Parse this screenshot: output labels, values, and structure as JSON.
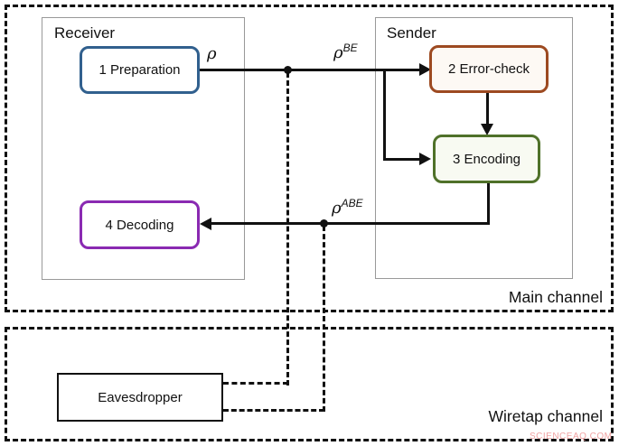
{
  "regions": {
    "main_channel": {
      "label": "Main channel"
    },
    "wiretap_channel": {
      "label": "Wiretap channel"
    },
    "receiver": {
      "label": "Receiver"
    },
    "sender": {
      "label": "Sender"
    }
  },
  "nodes": {
    "preparation": {
      "label": "1 Preparation",
      "border_color": "#31608e"
    },
    "error_check": {
      "label": "2 Error-check",
      "border_color": "#9d4a21",
      "fill": "#fdf9f4"
    },
    "encoding": {
      "label": "3 Encoding",
      "border_color": "#4f7129",
      "fill": "#f8faf2"
    },
    "decoding": {
      "label": "4 Decoding",
      "border_color": "#8a2ab2"
    },
    "eavesdropper": {
      "label": "Eavesdropper",
      "border_color": "#111111"
    }
  },
  "edge_labels": {
    "rho": {
      "base": "ρ",
      "sup": ""
    },
    "rho_be": {
      "base": "ρ",
      "sup": "BE"
    },
    "rho_abe": {
      "base": "ρ",
      "sup": "ABE"
    }
  },
  "watermark": {
    "text": "SCIENCEAQ.COM",
    "color": "#f0a2a2"
  }
}
